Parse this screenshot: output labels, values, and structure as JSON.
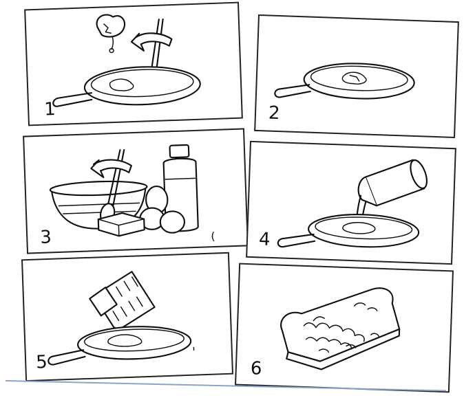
{
  "steps": [
    {
      "number": "1"
    },
    {
      "number": "2"
    },
    {
      "number": "3"
    },
    {
      "number": "4"
    },
    {
      "number": "5"
    },
    {
      "number": "6"
    }
  ],
  "stray_mark": "("
}
